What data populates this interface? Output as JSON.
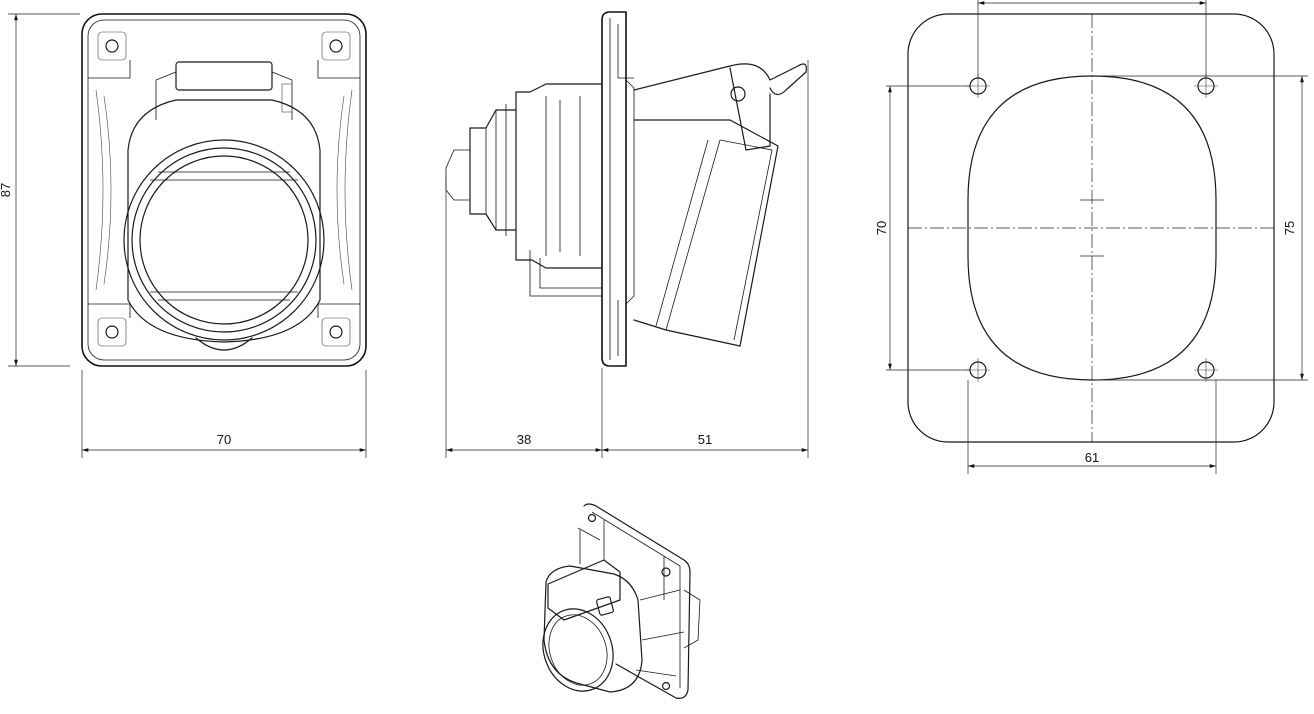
{
  "drawing": {
    "front_view": {
      "width_dim": "70",
      "height_dim": "87"
    },
    "side_view": {
      "depth_front_dim": "38",
      "depth_rear_dim": "51"
    },
    "cutout_view": {
      "hole_spacing_h_dim": "61",
      "hole_spacing_v_dim": "70",
      "outer_v_dim": "75"
    }
  }
}
